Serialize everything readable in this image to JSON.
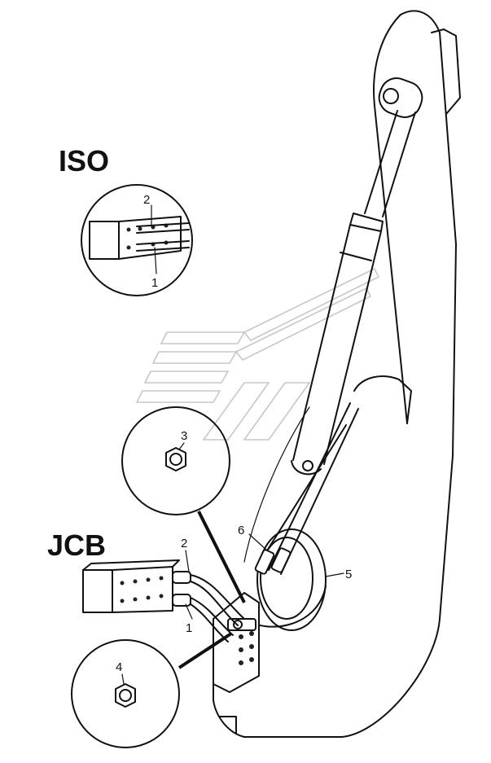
{
  "headings": {
    "iso": "ISO",
    "jcb": "JCB"
  },
  "iso_callouts": {
    "c1": "1",
    "c2": "2"
  },
  "jcb_callouts": {
    "c1": "1",
    "c2": "2"
  },
  "detail_callouts": {
    "c3": "3",
    "c4": "4"
  },
  "machine_callouts": {
    "c5": "5",
    "c6": "6"
  },
  "colors": {
    "line": "#111111",
    "background": "#ffffff",
    "watermark": "#c7c7c7"
  }
}
